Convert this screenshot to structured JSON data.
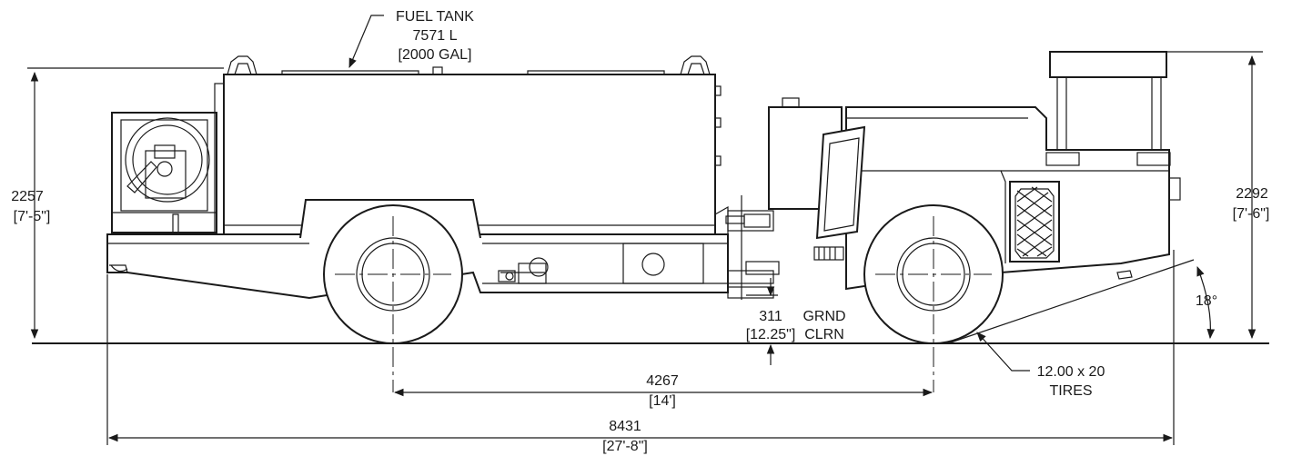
{
  "labels": {
    "fuel_tank": [
      "FUEL TANK",
      "7571 L",
      "[2000 GAL]"
    ],
    "height_left": [
      "2257",
      "[7'-5\"]"
    ],
    "height_right": [
      "2292",
      "[7'-6\"]"
    ],
    "ground_clearance": [
      "311",
      "[12.25\"]",
      "GRND",
      "CLRN"
    ],
    "wheelbase": [
      "4267",
      "[14']"
    ],
    "overall_length": [
      "8431",
      "[27'-8\"]"
    ],
    "tires": [
      "12.00 x 20",
      "TIRES"
    ],
    "departure_angle": "18°"
  },
  "colors": {
    "line": "#1a1a1a",
    "background": "#ffffff"
  }
}
